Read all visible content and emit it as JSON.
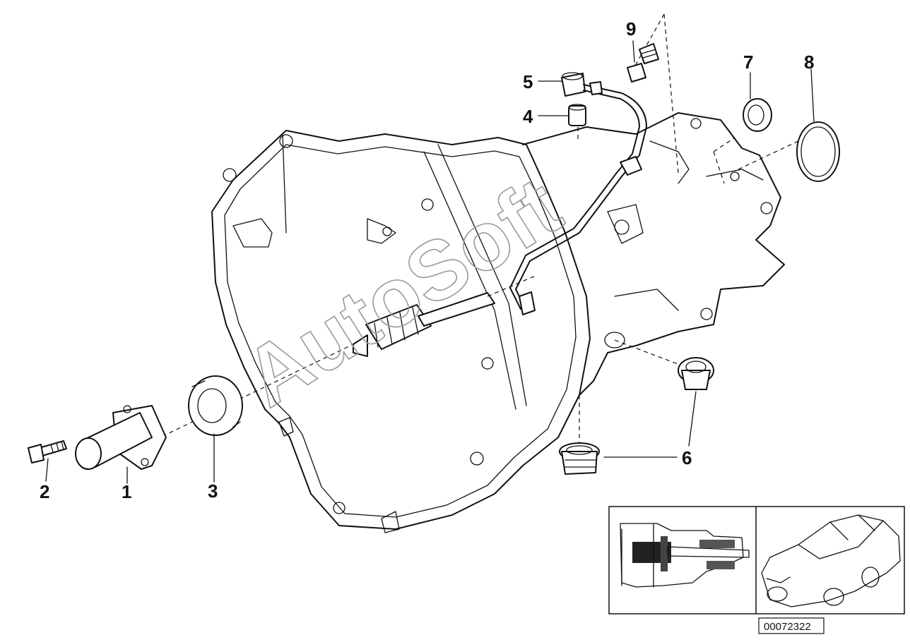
{
  "callouts": [
    {
      "id": "1",
      "text": "1"
    },
    {
      "id": "2",
      "text": "2"
    },
    {
      "id": "3",
      "text": "3"
    },
    {
      "id": "4",
      "text": "4"
    },
    {
      "id": "5",
      "text": "5"
    },
    {
      "id": "6",
      "text": "6"
    },
    {
      "id": "7",
      "text": "7"
    },
    {
      "id": "8",
      "text": "8"
    },
    {
      "id": "9",
      "text": "9"
    }
  ],
  "watermark": "AutoSoft",
  "diagram_number": "00072322",
  "inset": {
    "left_panel": "transmission-cutaway",
    "right_panel": "car-outline"
  },
  "colors": {
    "line": "#111111",
    "background": "#ffffff",
    "watermark": "#9a9a9a"
  }
}
